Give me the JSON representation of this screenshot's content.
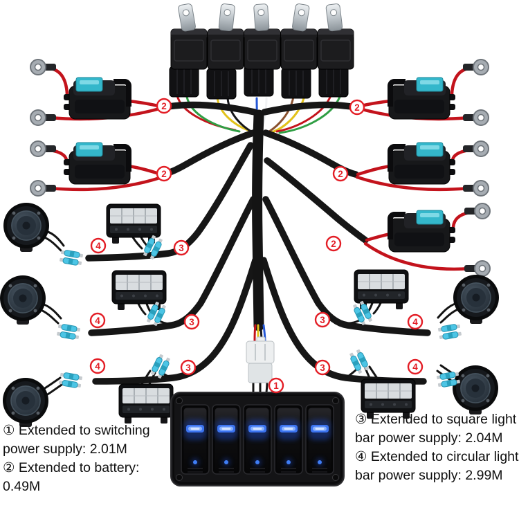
{
  "legend": {
    "switching_power": "① Extended to switching power supply: 2.01M",
    "battery": "② Extended to battery: 0.49M",
    "square_light": "③ Extended to square light bar power supply: 2.04M",
    "circular_light": "④ Extended to circular light bar power supply: 2.99M"
  },
  "markers": {
    "one": "1",
    "two": "2",
    "three": "3",
    "four": "4"
  },
  "colors": {
    "background": "#ffffff",
    "marker_red": "#e31d25",
    "wire_red": "#c3131c",
    "wire_black": "#141414",
    "fuse_teal": "#34b7cb",
    "connector_cyan": "#4cc5e5",
    "led_blue": "#3c74f0",
    "panel_black": "#141416"
  }
}
